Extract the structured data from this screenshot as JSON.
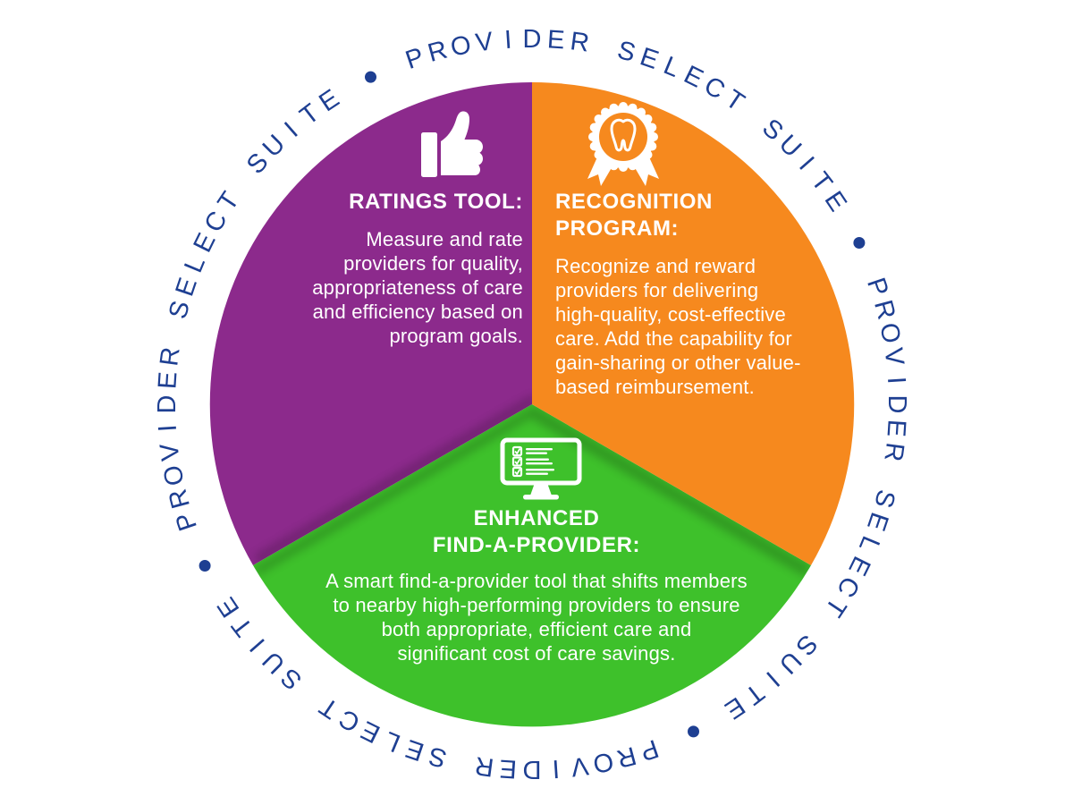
{
  "ring": {
    "text": "PROVIDER SELECT SUITE",
    "separator": "•",
    "repetitions": 4
  },
  "colors": {
    "purple": "#8C2A8C",
    "orange": "#F6891E",
    "green": "#3EC12B",
    "navy": "#1E3F92",
    "text_on_color": "#FFFFFF"
  },
  "segments": [
    {
      "name": "Ratings Tool",
      "icon": "thumbs-up-icon",
      "heading": "RATINGS TOOL:",
      "body_lines": [
        "Measure and rate",
        "providers for quality,",
        "appropriateness of care",
        "and efficiency based on",
        "program goals."
      ]
    },
    {
      "name": "Recognition Program",
      "icon": "tooth-award-icon",
      "heading_lines": [
        "RECOGNITION",
        "PROGRAM:"
      ],
      "body_lines": [
        "Recognize and reward",
        "providers for delivering",
        "high-quality, cost-effective",
        "care. Add the capability for",
        "gain-sharing or other value-",
        "based reimbursement."
      ]
    },
    {
      "name": "Enhanced Find-A-Provider",
      "icon": "checklist-monitor-icon",
      "heading_lines": [
        "ENHANCED",
        "FIND-A-PROVIDER:"
      ],
      "body_lines": [
        "A smart find-a-provider tool that shifts members",
        "to nearby high-performing providers to ensure",
        "both appropriate, efficient care and",
        "significant cost of care savings."
      ]
    }
  ]
}
